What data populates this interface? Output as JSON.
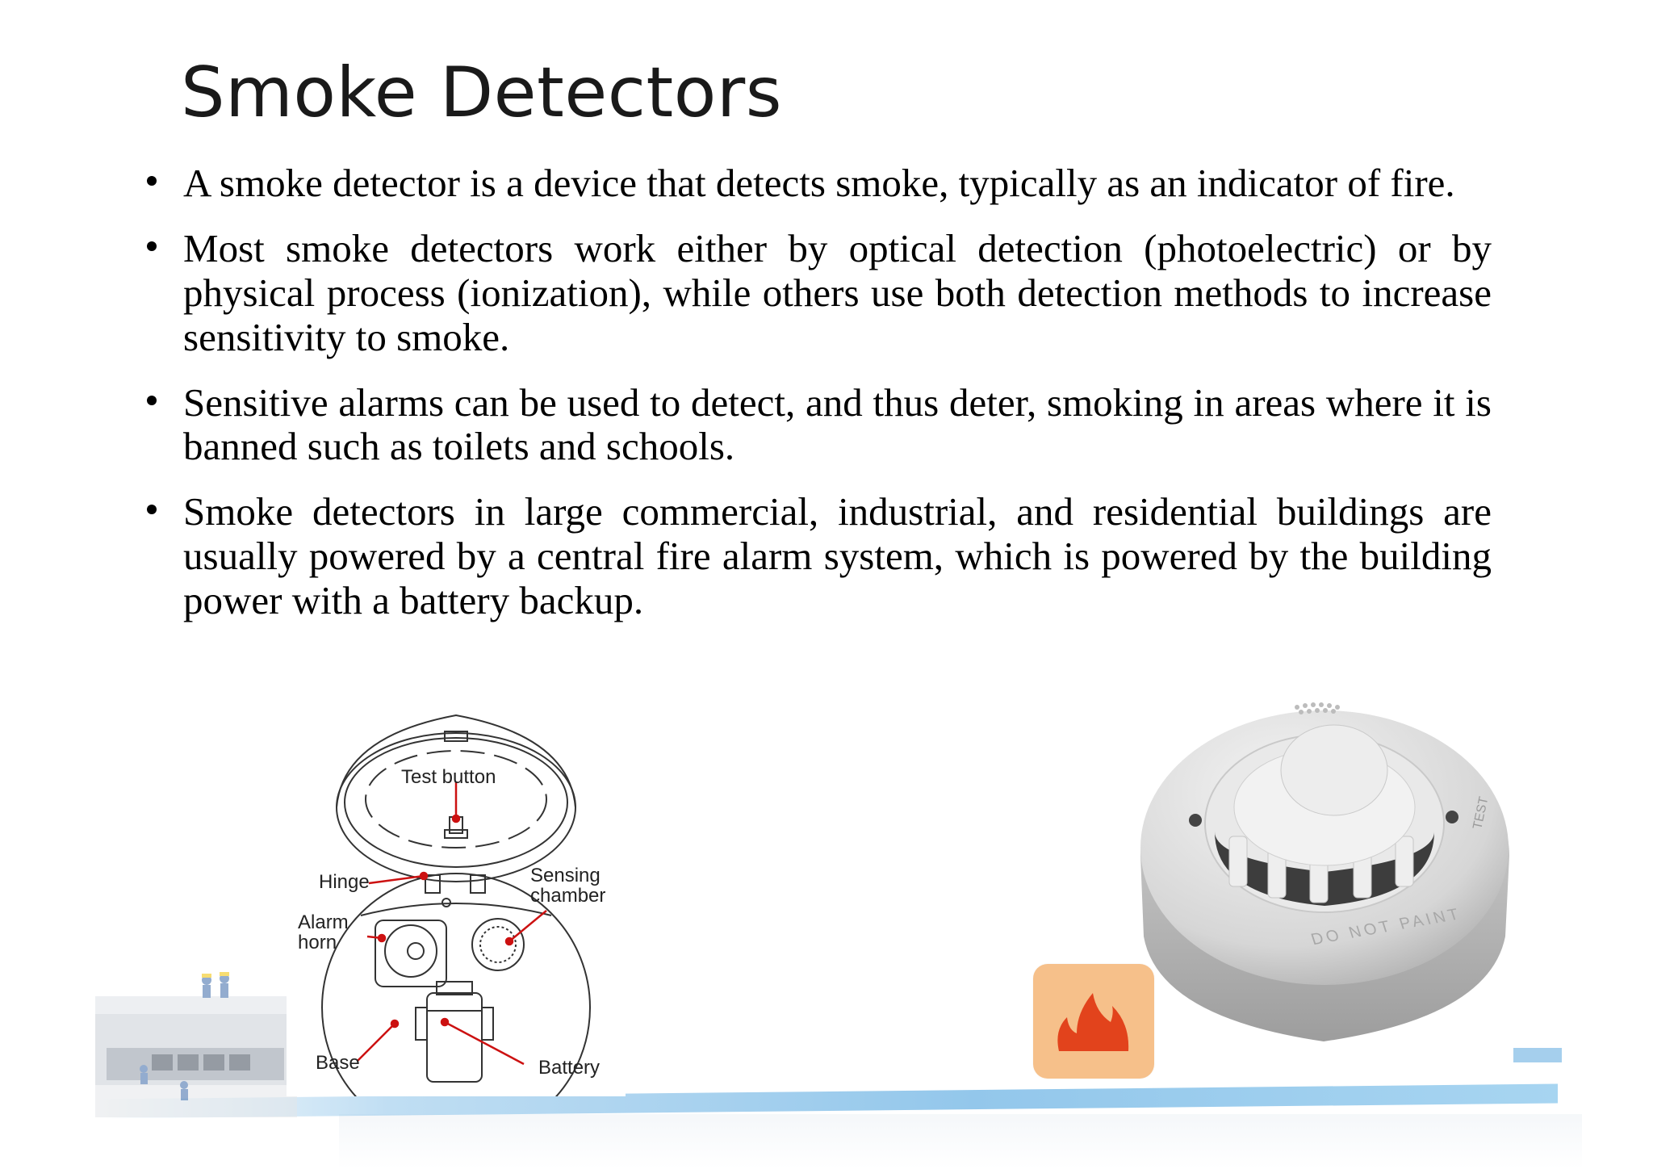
{
  "slide": {
    "title": "Smoke Detectors",
    "bullets": [
      "A smoke detector is a device that detects smoke, typically as an indicator of fire.",
      "Most smoke detectors work either by optical detection (photoelectric) or by physical process (ionization), while others use both detection methods to increase sensitivity to smoke.",
      "Sensitive alarms can be used to detect, and thus deter, smoking in areas where it is banned such as toilets and schools.",
      "Smoke detectors in large commercial, industrial, and residential buildings are usually powered by a central fire alarm system, which is powered by the building power with a battery backup."
    ]
  },
  "diagram": {
    "labels": {
      "test_button": "Test button",
      "hinge": "Hinge",
      "sensing_chamber": "Sensing chamber",
      "alarm_horn": "Alarm horn",
      "base": "Base",
      "battery": "Battery"
    }
  },
  "photo": {
    "do_not_paint": "DO NOT PAINT",
    "test": "TEST"
  },
  "icons": {
    "fire": "fire-icon",
    "accent_orange": "#f6c08a",
    "flame_red": "#e2431c"
  },
  "colors": {
    "diagram_pointer": "#cc1111",
    "detector_body": "#e6e6e6"
  }
}
